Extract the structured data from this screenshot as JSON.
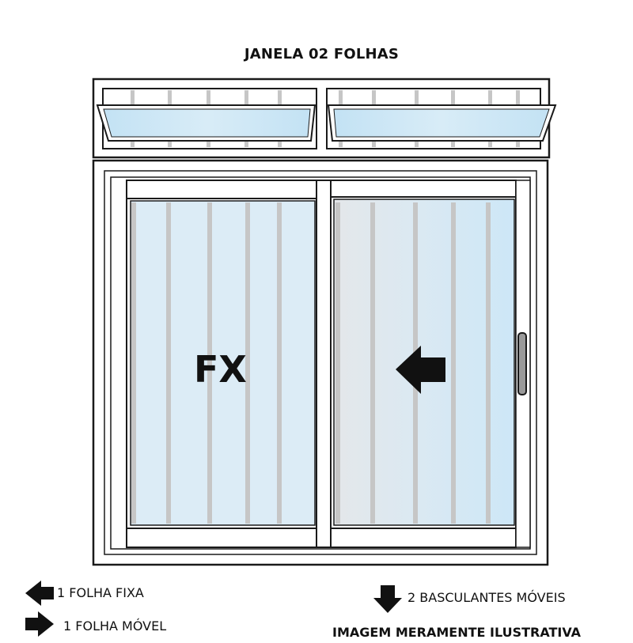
{
  "title": "JANELA 02 FOLHAS",
  "fixed_pane_label": "FX",
  "legend": {
    "fixed": "1 FOLHA FIXA",
    "mobile": "1 FOLHA MÓVEL",
    "tilting": "2 BASCULANTES MÓVEIS"
  },
  "note": "IMAGEM MERAMENTE ILUSTRATIVA",
  "icons": {
    "legend_fixed": "arrow-left-icon",
    "legend_mobile": "arrow-right-icon",
    "legend_tilting": "arrow-down-icon",
    "sliding_direction": "arrow-left-icon"
  },
  "colors": {
    "frame": "#1a1a1a",
    "glass": "#dbecf6",
    "bars": "#c6c6c6"
  }
}
